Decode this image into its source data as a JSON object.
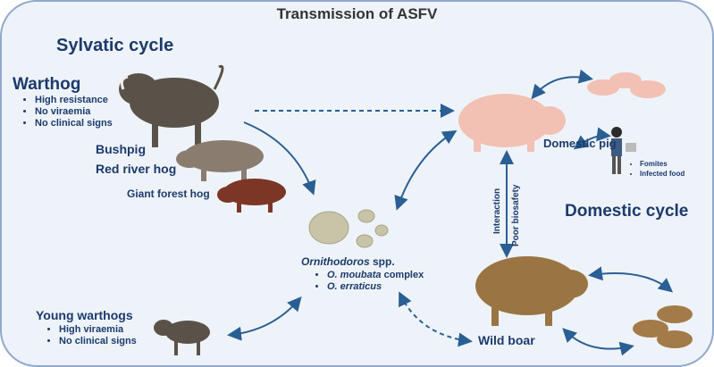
{
  "title": "Transmission of ASFV",
  "sylvatic": {
    "heading": "Sylvatic cycle",
    "warthog": {
      "name": "Warthog",
      "traits": [
        "High resistance",
        "No viraemia",
        "No clinical signs"
      ]
    },
    "bushpig": "Bushpig",
    "red_river_hog": "Red river hog",
    "giant_forest_hog": "Giant forest hog",
    "young_warthogs": {
      "name": "Young warthogs",
      "traits": [
        "High viraemia",
        "No clinical signs"
      ]
    }
  },
  "ticks": {
    "genus": "Ornithodoros",
    "suffix": " spp.",
    "species": [
      {
        "italic": "O. moubata",
        "rest": " complex"
      },
      {
        "italic": "O. erraticus",
        "rest": ""
      }
    ]
  },
  "domestic": {
    "heading": "Domestic cycle",
    "domestic_pig": "Domestic pig",
    "fomites": [
      "Fomites",
      "Infected food"
    ],
    "interaction": "Interaction",
    "poor_biosafety": "Poor biosafety",
    "wild_boar": "Wild boar"
  },
  "colors": {
    "arrow": "#2a5f93",
    "text": "#1b3a6b",
    "background": "#eef3fa",
    "border": "#8fa9cf"
  }
}
